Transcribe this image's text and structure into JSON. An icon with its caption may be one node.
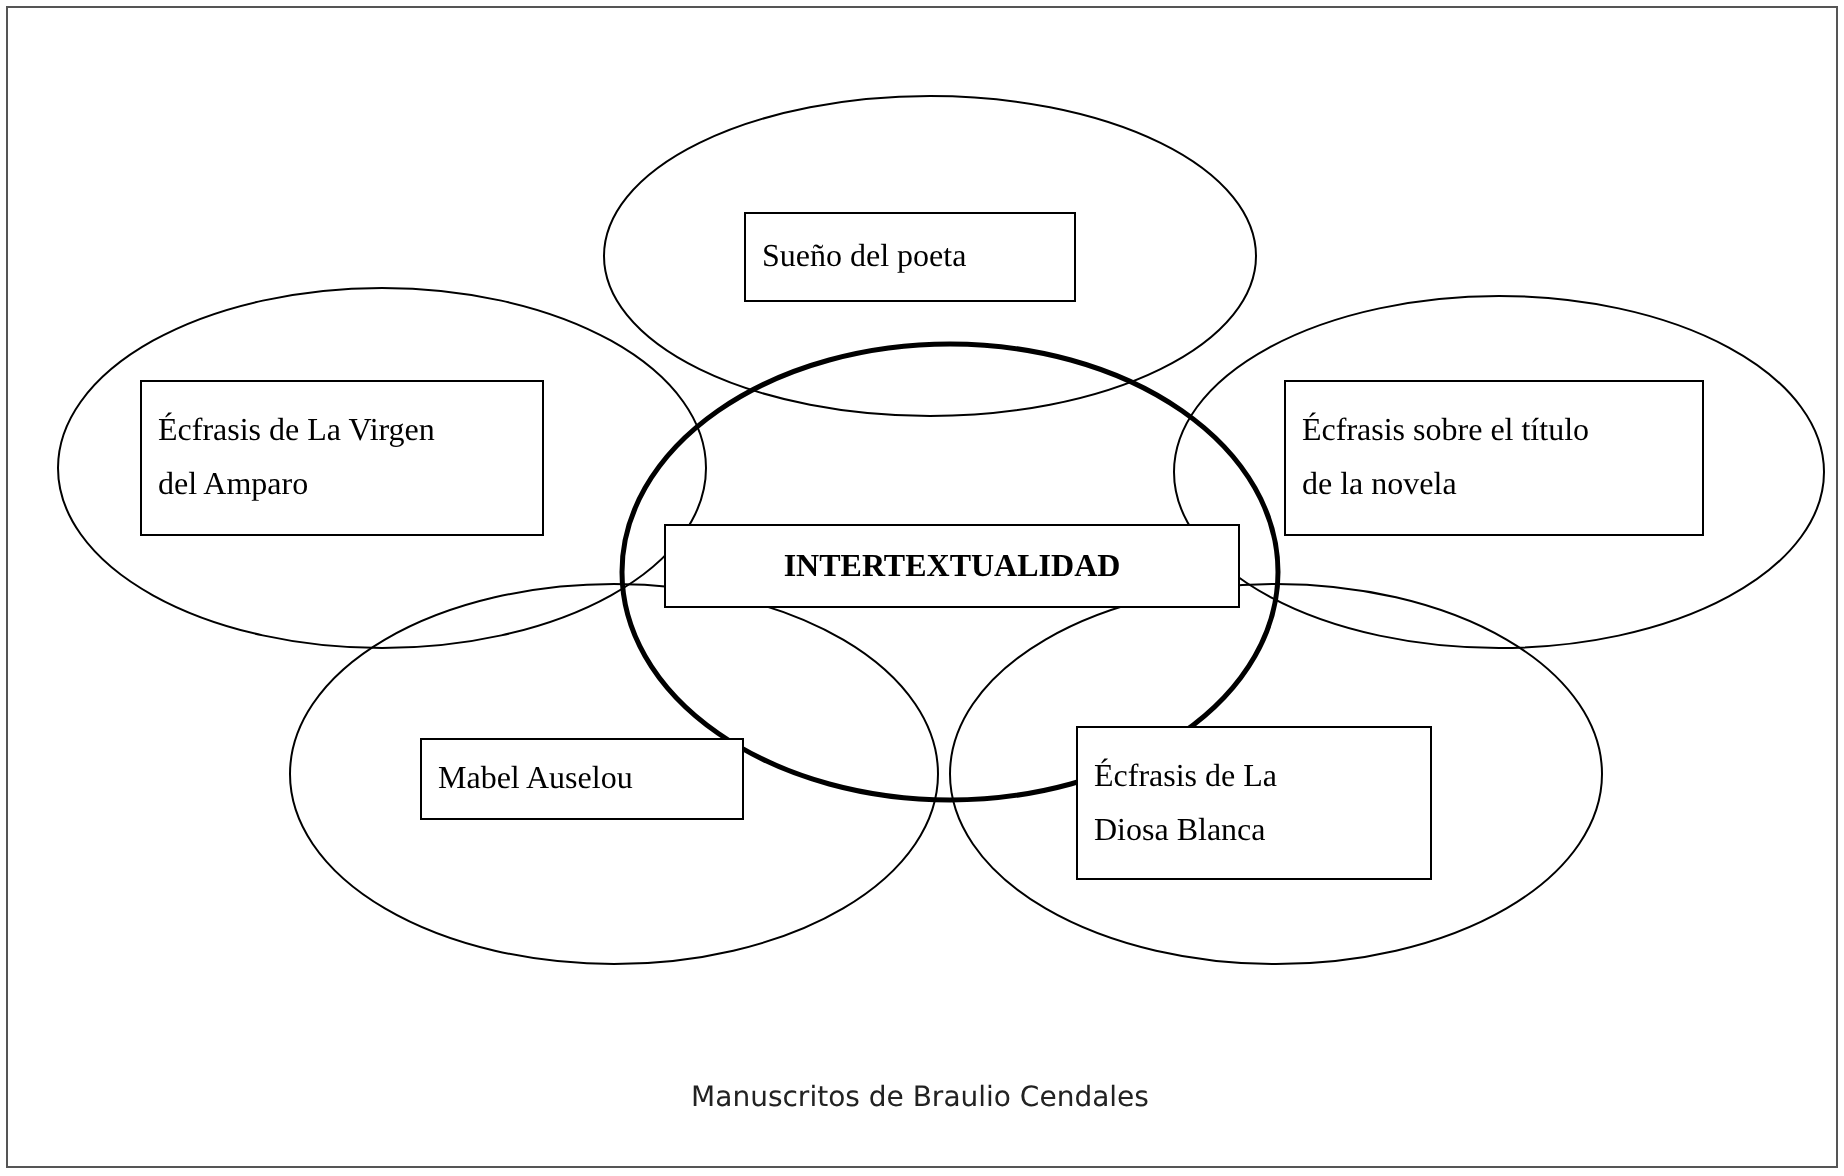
{
  "diagram": {
    "nodes": [
      {
        "text": [],
        "shape": "ellipse"
      },
      {
        "text": [
          "Sueño del poeta"
        ],
        "in": 0
      },
      {
        "text": [],
        "shape": "ellipse"
      },
      {
        "text": [
          "Écfrasis de La Virgen del Amparo"
        ],
        "in": 2
      },
      {
        "text": [],
        "shape": "ellipse"
      },
      {
        "text": [
          "Écfrasis sobre el título de la novela"
        ],
        "in": 4
      },
      {
        "text": [],
        "shape": "ellipse"
      },
      {
        "text": [
          "INTERTEXTUALIDAD"
        ],
        "in": 6
      },
      {
        "text": [],
        "shape": "ellipse"
      },
      {
        "text": [
          "Mabel Auselou"
        ],
        "in": 8
      },
      {
        "text": [],
        "shape": "ellipse"
      },
      {
        "text": [
          "Écfrasis de La Diosa Blanca"
        ],
        "in": 10
      }
    ],
    "labels": [
      "Manuscritos de Braulio Cendales"
    ]
  }
}
